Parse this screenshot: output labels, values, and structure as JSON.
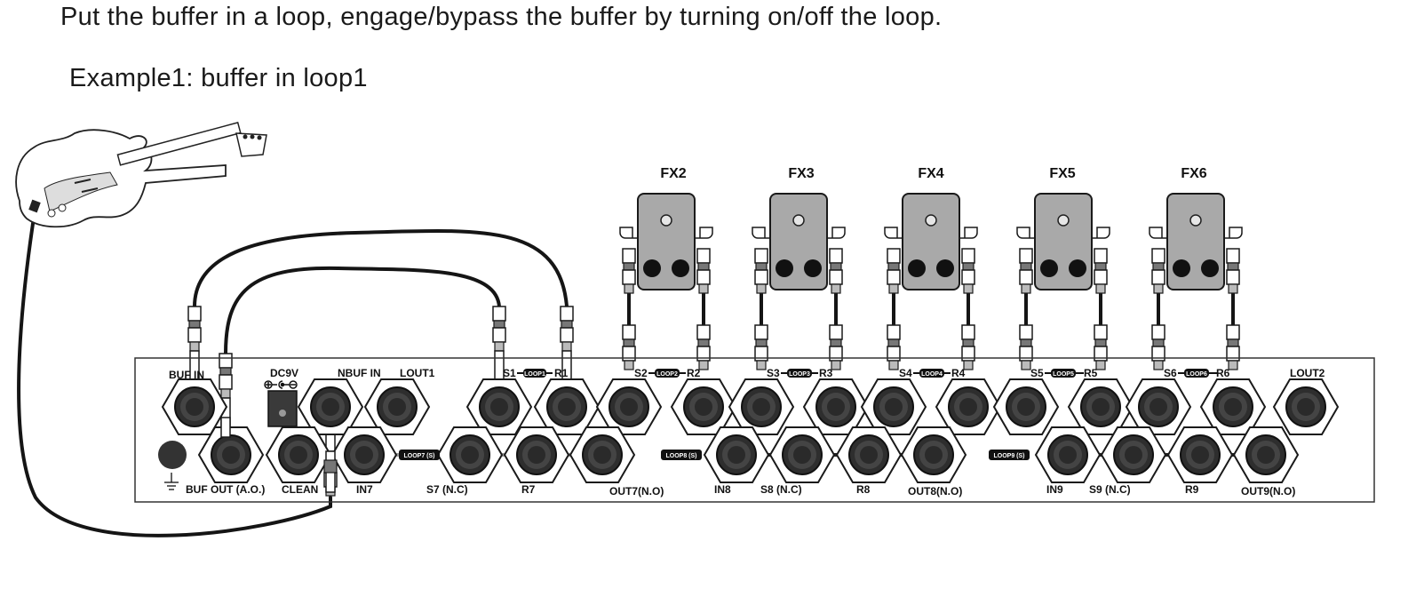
{
  "title": "Put the buffer in a loop, engage/bypass the buffer by turning on/off the loop.",
  "subtitle": "Example1: buffer in loop1",
  "fx_pedals": [
    "FX2",
    "FX3",
    "FX4",
    "FX5",
    "FX6"
  ],
  "jacks_top": {
    "buf_in": "BUF IN",
    "dc": "DC9V",
    "nbuf_in": "NBUF IN",
    "lout1": "LOUT1",
    "lout2": "LOUT2",
    "loops": [
      {
        "send": "S1",
        "tag": "LOOP1",
        "ret": "R1"
      },
      {
        "send": "S2",
        "tag": "LOOP2",
        "ret": "R2"
      },
      {
        "send": "S3",
        "tag": "LOOP3",
        "ret": "R3"
      },
      {
        "send": "S4",
        "tag": "LOOP4",
        "ret": "R4"
      },
      {
        "send": "S5",
        "tag": "LOOP5",
        "ret": "R5"
      },
      {
        "send": "S6",
        "tag": "LOOP6",
        "ret": "R6"
      }
    ]
  },
  "jacks_bottom": {
    "buf_out": "BUF OUT (A.O.)",
    "clean": "CLEAN",
    "loop7": {
      "tag": "LOOP7 (S)",
      "in": "IN7",
      "send": "S7 (N.C)",
      "ret": "R7",
      "out": "OUT7(N.O)"
    },
    "loop8": {
      "tag": "LOOP8 (S)",
      "in": "IN8",
      "send": "S8 (N.C)",
      "ret": "R8",
      "out": "OUT8(N.O)"
    },
    "loop9": {
      "tag": "LOOP9 (S)",
      "in": "IN9",
      "send": "S9 (N.C)",
      "ret": "R9",
      "out": "OUT9(N.O)"
    }
  },
  "icons": [
    "guitar-icon",
    "ground-icon",
    "dc-polarity-icon",
    "jack-icon",
    "pedal-icon",
    "plug-icon"
  ]
}
